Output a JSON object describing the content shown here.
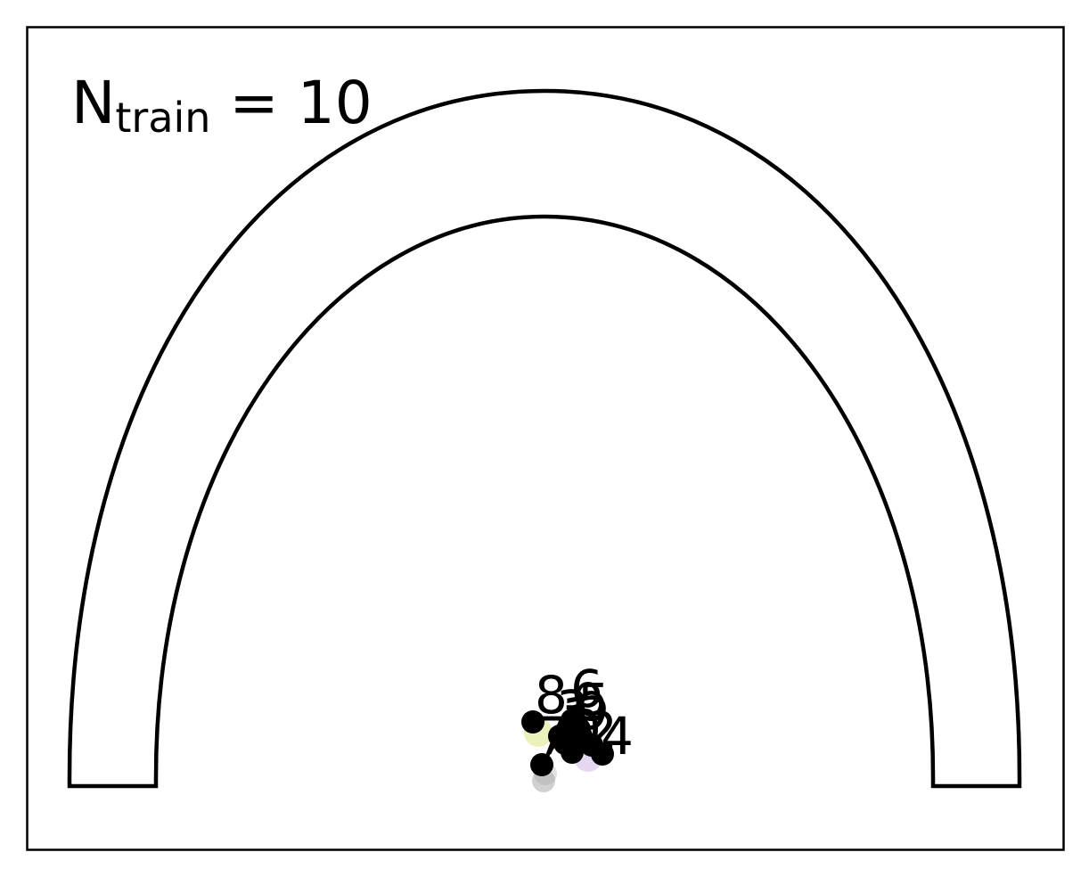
{
  "annotation": {
    "prefix": "N",
    "subscript": "train",
    "suffix": " = 10"
  },
  "colors": {
    "frame": "#000000",
    "track": "#000000",
    "marker": "#000000",
    "halo_green": "#c8d43a",
    "halo_purple": "#b48cd8",
    "halo_red": "#d86a5a",
    "halo_gray": "#9a9a9a"
  },
  "points": [
    {
      "label": "8"
    },
    {
      "label": "6"
    },
    {
      "label": "5"
    },
    {
      "label": "4"
    },
    {
      "label": "2"
    },
    {
      "label": "1"
    },
    {
      "label": "0"
    },
    {
      "label": "3"
    },
    {
      "label": "7"
    },
    {
      "label": "9"
    }
  ]
}
